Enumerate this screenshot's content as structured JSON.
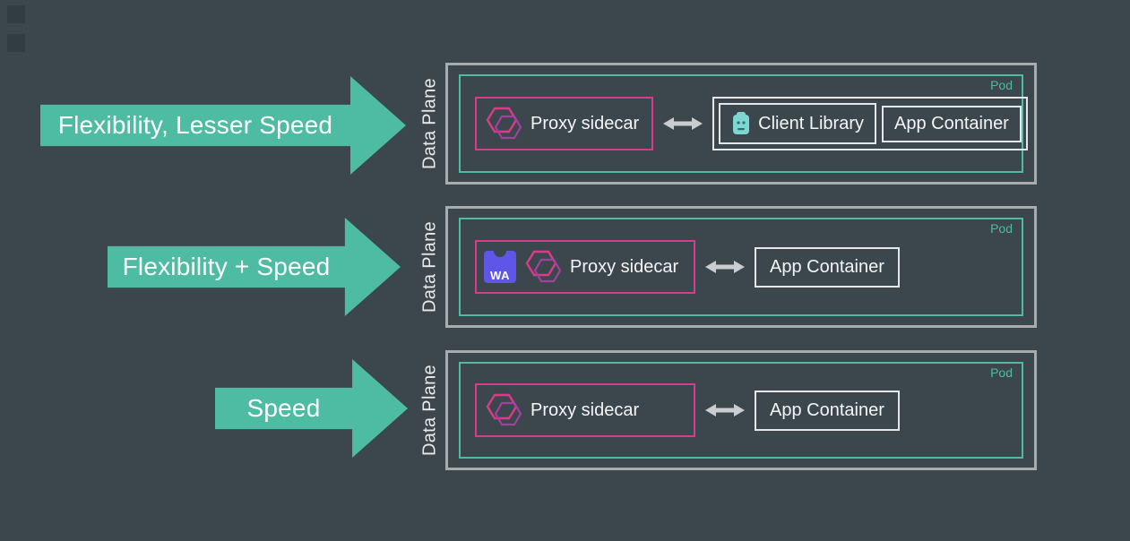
{
  "colors": {
    "background": "#3B474D",
    "teal_accent": "#4DBCA2",
    "outer_box_border": "#A7ACAE",
    "light_box_border": "#E4E6E7",
    "proxy_border_pink": "#DB3A8B",
    "wasm_purple": "#5F55E6",
    "connector_gray": "#C9CDCF",
    "text": "#F4F5F5"
  },
  "icons": {
    "proxy": "envoy-hexagon-icon",
    "wasm": "webassembly-icon",
    "client_library": "client-library-icon",
    "connector": "bidirectional-arrow-icon"
  },
  "rows": [
    {
      "arrow_label": "Flexibility, Lesser Speed",
      "data_plane_label": "Data Plane",
      "pod_label": "Pod",
      "proxy_label": "Proxy sidecar",
      "client_library_label": "Client Library",
      "app_container_label": "App Container"
    },
    {
      "arrow_label": "Flexibility + Speed",
      "data_plane_label": "Data Plane",
      "pod_label": "Pod",
      "wasm_label": "WA",
      "proxy_label": "Proxy sidecar",
      "app_container_label": "App Container"
    },
    {
      "arrow_label": "Speed",
      "data_plane_label": "Data Plane",
      "pod_label": "Pod",
      "proxy_label": "Proxy sidecar",
      "app_container_label": "App Container"
    }
  ]
}
